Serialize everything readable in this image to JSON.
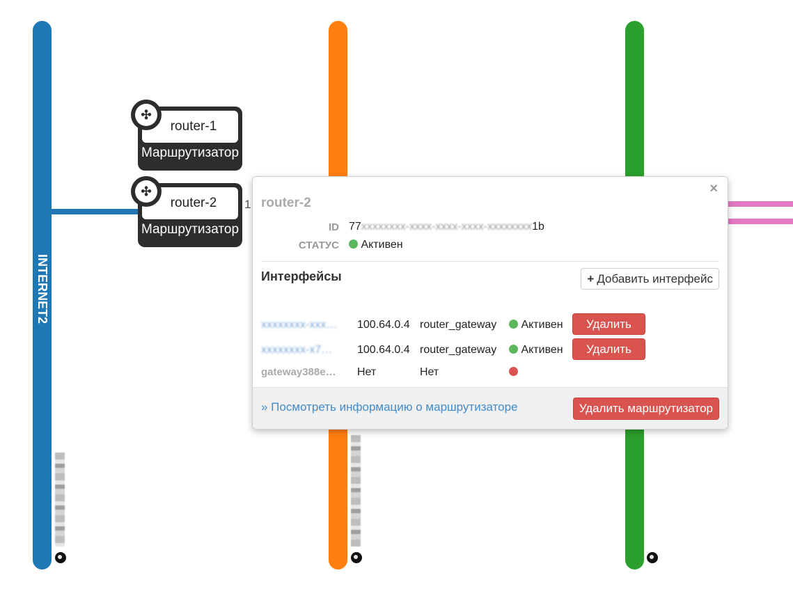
{
  "networks": [
    {
      "label": "INTERNET2",
      "color": "#1f77b4"
    },
    {
      "label": "",
      "color": "#ff7f0e"
    },
    {
      "label": "",
      "color": "#2ca02c"
    }
  ],
  "routers": [
    {
      "name": "router-1",
      "type": "Маршрутизатор"
    },
    {
      "name": "router-2",
      "type": "Маршрутизатор"
    }
  ],
  "link_label": "1",
  "popup": {
    "close": "×",
    "title": "router-2",
    "id_label": "ID",
    "id_prefix": "77",
    "id_masked": "xxxxxxxx-xxxx-xxxx-xxxx-xxxxxxxx",
    "id_suffix": "1b",
    "status_label": "СТАТУС",
    "status_value": "Активен",
    "interfaces_title": "Интерфейсы",
    "add_interface": "Добавить интерфейс",
    "interfaces": [
      {
        "name": "xxxxxxxx-xxx…",
        "ip": "100.64.0.4",
        "owner": "router_gateway",
        "status": "Активен",
        "status_color": "#5cb85c",
        "action": "Удалить интерфейс"
      },
      {
        "name": "xxxxxxxx-x7…",
        "ip": "100.64.0.4",
        "owner": "router_gateway",
        "status": "Активен",
        "status_color": "#5cb85c",
        "action": "Удалить интерфейс"
      },
      {
        "name": "gateway388e…",
        "ip": "Нет",
        "owner": "Нет",
        "status": "",
        "status_color": "#d9534f",
        "action": ""
      }
    ],
    "view_info_link": "» Посмотреть информацию о маршрутизаторе",
    "delete_router": "Удалить маршрутизатор"
  }
}
